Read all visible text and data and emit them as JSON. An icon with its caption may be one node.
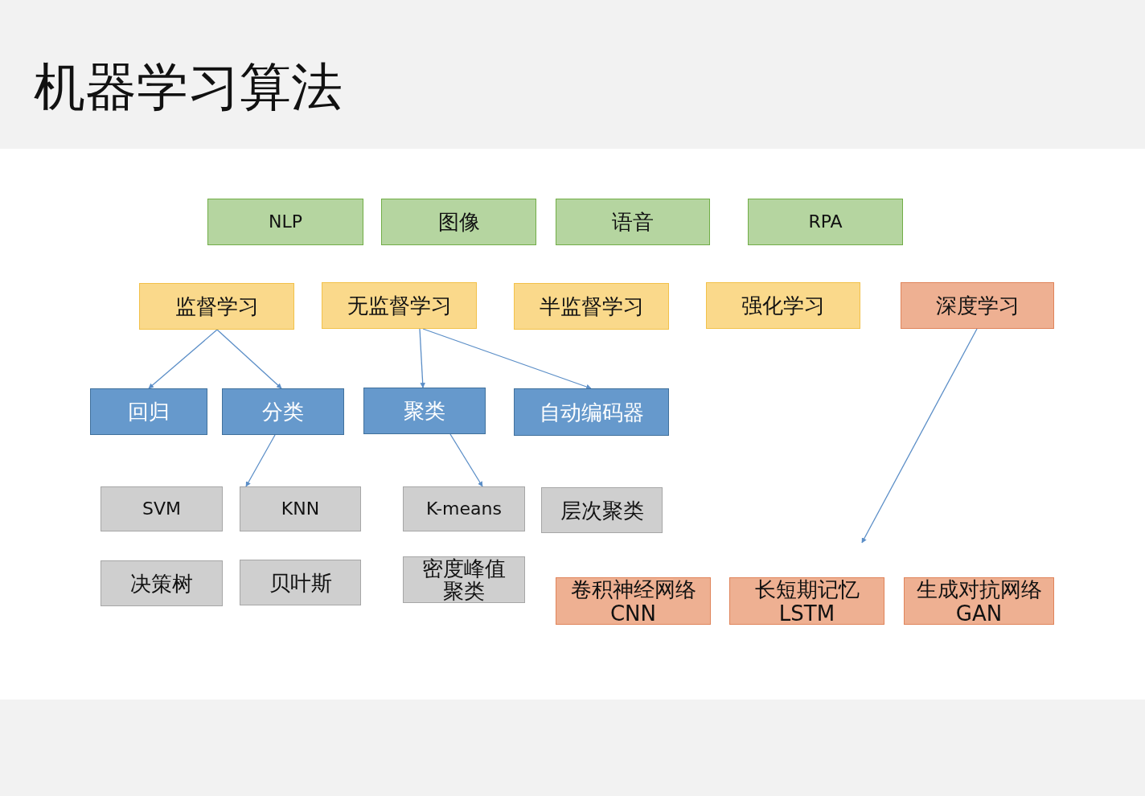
{
  "diagram": {
    "title": "机器学习算法",
    "nodes": [
      {
        "text": [
          "NLP"
        ]
      },
      {
        "text": [
          "图像"
        ]
      },
      {
        "text": [
          "语音"
        ]
      },
      {
        "text": [
          "RPA"
        ]
      },
      {
        "text": [
          "监督学习"
        ]
      },
      {
        "text": [
          "无监督学习"
        ]
      },
      {
        "text": [
          "半监督学习"
        ]
      },
      {
        "text": [
          "强化学习"
        ]
      },
      {
        "text": [
          "深度学习"
        ]
      },
      {
        "text": [
          "回归"
        ]
      },
      {
        "text": [
          "分类"
        ]
      },
      {
        "text": [
          "聚类"
        ]
      },
      {
        "text": [
          "自动编码器"
        ]
      },
      {
        "text": [
          "SVM"
        ]
      },
      {
        "text": [
          "KNN"
        ]
      },
      {
        "text": [
          "K-means"
        ]
      },
      {
        "text": [
          "层次聚类"
        ]
      },
      {
        "text": [
          "决策树"
        ]
      },
      {
        "text": [
          "贝叶斯"
        ]
      },
      {
        "text": [
          "密度峰值聚类"
        ]
      },
      {
        "text": [
          "卷积神经网络 CNN"
        ]
      },
      {
        "text": [
          "长短期记忆 LSTM"
        ]
      },
      {
        "text": [
          "生成对抗网络 GAN"
        ]
      }
    ],
    "edges": [
      {
        "from": 4,
        "to": 9,
        "arrow": "to"
      },
      {
        "from": 4,
        "to": 10,
        "arrow": "to"
      },
      {
        "from": 5,
        "to": 11,
        "arrow": "to"
      },
      {
        "from": 5,
        "to": 12,
        "arrow": "to"
      },
      {
        "from": 10,
        "to": 14,
        "arrow": "to"
      },
      {
        "from": 11,
        "to": 15,
        "arrow": "to"
      },
      {
        "from": 8,
        "to": null,
        "arrow": "to"
      }
    ]
  }
}
